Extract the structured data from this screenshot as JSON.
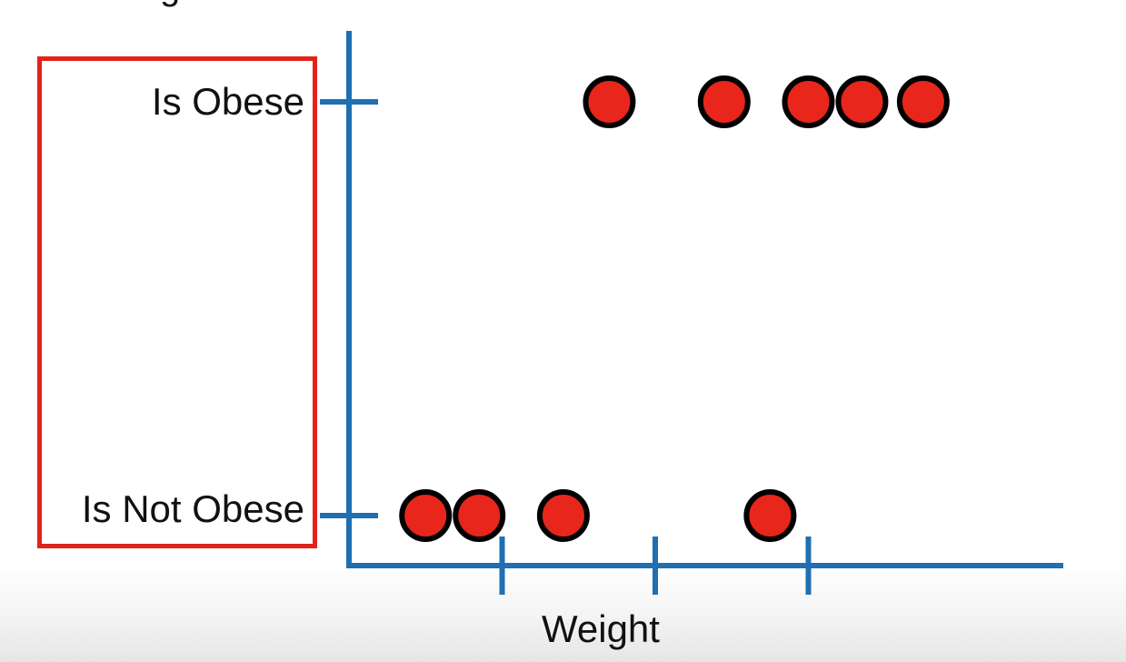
{
  "colors": {
    "axis": "#1f6fb2",
    "point_fill": "#e8261b",
    "point_stroke": "#000000",
    "highlight_box": "#e2231a",
    "text": "#111111"
  },
  "partial_top_text": "g",
  "chart_data": {
    "type": "scatter",
    "title": "",
    "xlabel": "Weight",
    "ylabel": "",
    "y_categories": [
      "Is Not Obese",
      "Is Obese"
    ],
    "x_tick_labels": [],
    "grid": false,
    "legend": "none",
    "series": [
      {
        "points": [
          {
            "x": 0.5,
            "y": "Is Not Obese"
          },
          {
            "x": 0.85,
            "y": "Is Not Obese"
          },
          {
            "x": 1.4,
            "y": "Is Not Obese"
          },
          {
            "x": 2.75,
            "y": "Is Not Obese"
          },
          {
            "x": 1.7,
            "y": "Is Obese"
          },
          {
            "x": 2.45,
            "y": "Is Obese"
          },
          {
            "x": 3.0,
            "y": "Is Obese"
          },
          {
            "x": 3.35,
            "y": "Is Obese"
          },
          {
            "x": 3.75,
            "y": "Is Obese"
          }
        ]
      }
    ],
    "xlim": [
      0,
      4.7
    ],
    "x_ticks": [
      1,
      2,
      3
    ]
  }
}
